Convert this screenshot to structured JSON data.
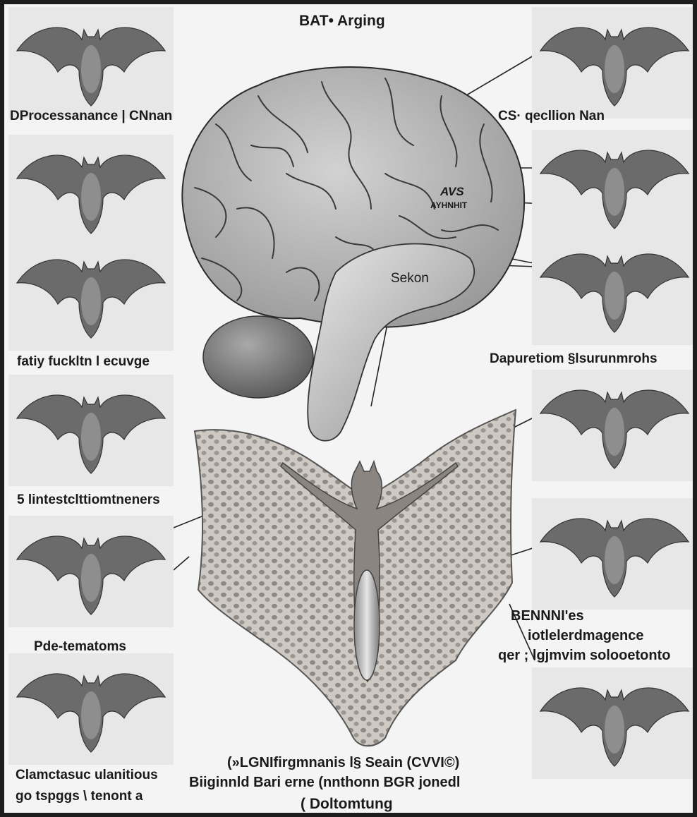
{
  "title": "BAT• Arging",
  "left_labels": [
    "DProcessanance | CNnan",
    "fatiy fuckltn l ecuvge",
    "5 lintestclttiomtneners",
    "Pde-tematoms"
  ],
  "left_bottom_label": [
    "Clamctasuc ulanitious",
    "go tspggs \\ tenont a"
  ],
  "right_labels": [
    "CS· qecllion Nan",
    "Dapuretiom §lsurunmrohs"
  ],
  "right_block": [
    "BENNNI'es",
    "iotlelerdmagence",
    "qer ; lgjmvim  solooetonto"
  ],
  "brain_labels": {
    "cns_top": "AVS",
    "cns_bottom": "AYHNHIT",
    "stem": "Sekon"
  },
  "bottom_caption": [
    "(»LGNIfirgmnanis  l§ Seain (CVVI©)",
    "Biiginnld Bari  erne (nnthonn  BGR jonedl"
  ],
  "footer": "( Doltomtung",
  "icons": [
    "bat-icon",
    "brain-icon",
    "bat-wing-membrane-icon"
  ],
  "colors": {
    "background": "#f4f4f4",
    "tile": "#e7e7e7",
    "brain": "#b8b8b8",
    "membrane": "#c9c4c0",
    "text": "#1a1a1a"
  }
}
